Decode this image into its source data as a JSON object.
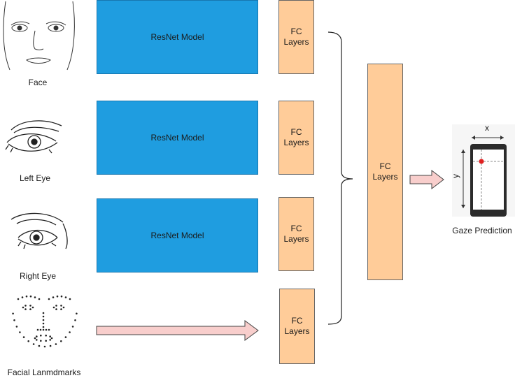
{
  "inputs": {
    "face": "Face",
    "left_eye": "Left Eye",
    "right_eye": "Right Eye",
    "landmarks": "Facial Lanmdmarks"
  },
  "resnet_label": "ResNet Model",
  "fc": {
    "line1": "FC",
    "line2": "Layers"
  },
  "output": {
    "label": "Gaze Prediction",
    "x_axis": "x",
    "y_axis": "y"
  },
  "colors": {
    "resnet": "#1f9de0",
    "fc": "#ffcc99",
    "arrow_fill": "#f8cecc",
    "gaze_dot": "#e02020"
  }
}
